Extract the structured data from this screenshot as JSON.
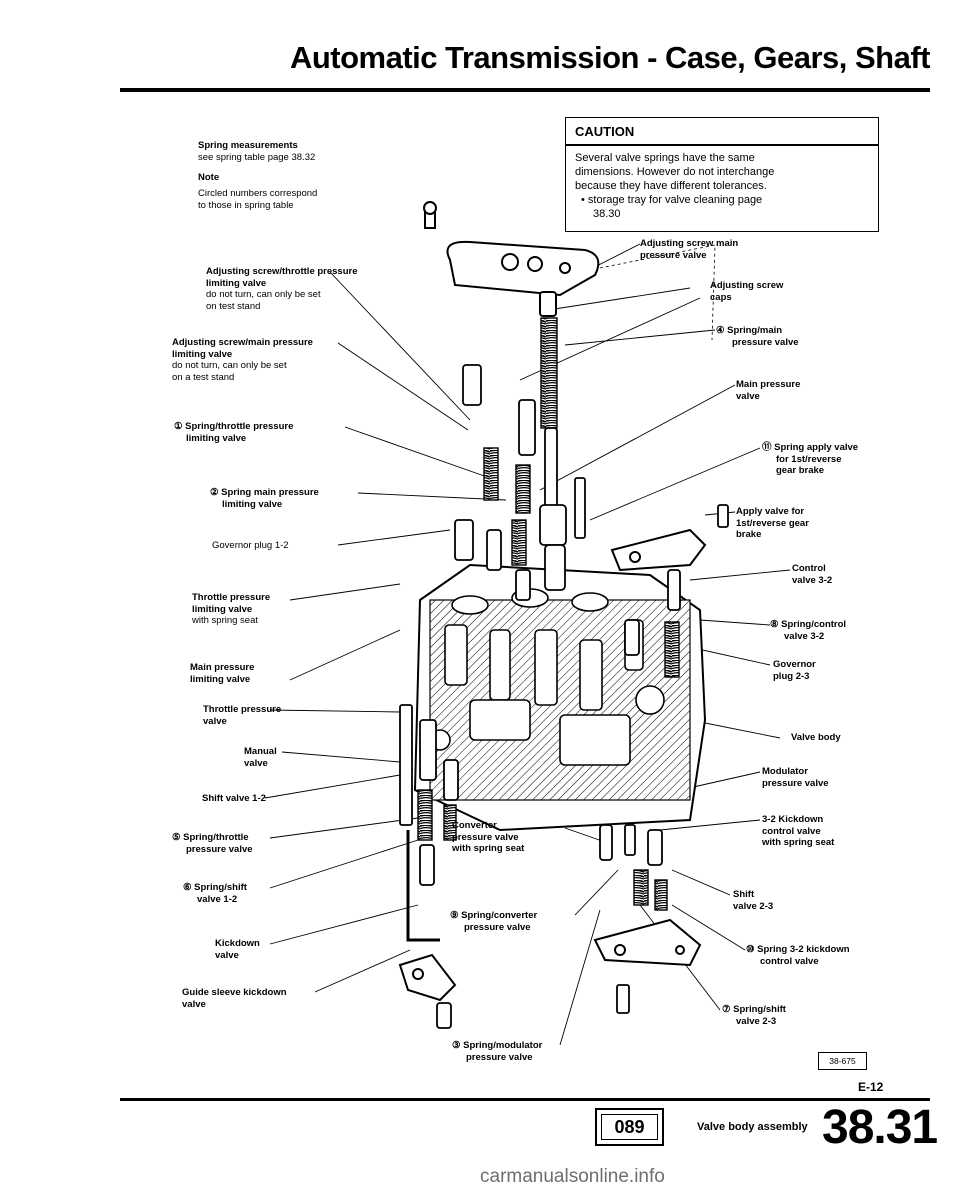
{
  "header": {
    "title": "Automatic Transmission - Case, Gears, Shaft"
  },
  "notes": {
    "spring_title": "Spring measurements",
    "spring_text": "see spring table page 38.32",
    "note_title": "Note",
    "note_text_1": "Circled numbers correspond",
    "note_text_2": "to those in spring table"
  },
  "caution": {
    "title": "CAUTION",
    "line1": "Several valve springs have the same",
    "line2": "dimensions. However do not interchange",
    "line3": "because they have different tolerances.",
    "line4": "• storage tray for valve cleaning page",
    "line5": "38.30"
  },
  "labels_left": [
    {
      "l1": "Adjusting screw/throttle pressure",
      "l2": "limiting valve",
      "l3": "do not turn, can only be set",
      "l4": "on test stand"
    },
    {
      "l1": "Adjusting screw/main pressure",
      "l2": "limiting valve",
      "l3": "do not turn, can only be set",
      "l4": "on a test stand"
    },
    {
      "l1": "① Spring/throttle pressure",
      "l2": "limiting valve"
    },
    {
      "l1": "② Spring main pressure",
      "l2": "limiting valve"
    },
    {
      "l1": "Governor plug 1-2"
    },
    {
      "l1": "Throttle pressure",
      "l2": "limiting valve",
      "l3": "with spring seat"
    },
    {
      "l1": "Main pressure",
      "l2": "limiting valve"
    },
    {
      "l1": "Throttle pressure",
      "l2": "valve"
    },
    {
      "l1": "Manual",
      "l2": "valve"
    },
    {
      "l1": "Shift valve 1-2"
    },
    {
      "l1": "⑤ Spring/throttle",
      "l2": "pressure valve"
    },
    {
      "l1": "⑥ Spring/shift",
      "l2": "valve 1-2"
    },
    {
      "l1": "Kickdown",
      "l2": "valve"
    },
    {
      "l1": "Guide sleeve kickdown",
      "l2": "valve"
    }
  ],
  "labels_right": [
    {
      "l1": "Adjusting screw main",
      "l2": "pressure valve"
    },
    {
      "l1": "Adjusting screw",
      "l2": "caps"
    },
    {
      "l1": "④ Spring/main",
      "l2": "pressure valve"
    },
    {
      "l1": "Main pressure",
      "l2": "valve"
    },
    {
      "l1": "⑪ Spring apply valve",
      "l2": "for 1st/reverse",
      "l3": "gear brake"
    },
    {
      "l1": "Apply valve for",
      "l2": "1st/reverse gear",
      "l3": "brake"
    },
    {
      "l1": "Control",
      "l2": "valve 3-2"
    },
    {
      "l1": "⑧ Spring/control",
      "l2": "valve 3-2"
    },
    {
      "l1": "Governor",
      "l2": "plug 2-3"
    },
    {
      "l1": "Valve body"
    },
    {
      "l1": "Modulator",
      "l2": "pressure valve"
    },
    {
      "l1": "3-2 Kickdown",
      "l2": "control valve",
      "l3": "with spring seat"
    },
    {
      "l1": "Shift",
      "l2": "valve 2-3"
    },
    {
      "l1": "⑩ Spring 3-2 kickdown",
      "l2": "control valve"
    },
    {
      "l1": "⑦ Spring/shift",
      "l2": "valve 2-3"
    }
  ],
  "labels_center": [
    {
      "l1": "Converter",
      "l2": "pressure valve",
      "l3": "with spring seat"
    },
    {
      "l1": "⑨ Spring/converter",
      "l2": "pressure valve"
    },
    {
      "l1": "③ Spring/modulator",
      "l2": "pressure valve"
    }
  ],
  "footer": {
    "figure_ref": "38-675",
    "page_ref": "E-12",
    "badge": "089",
    "section_name": "Valve body assembly",
    "section_number": "38.31",
    "watermark": "carmanualsonline.info"
  }
}
